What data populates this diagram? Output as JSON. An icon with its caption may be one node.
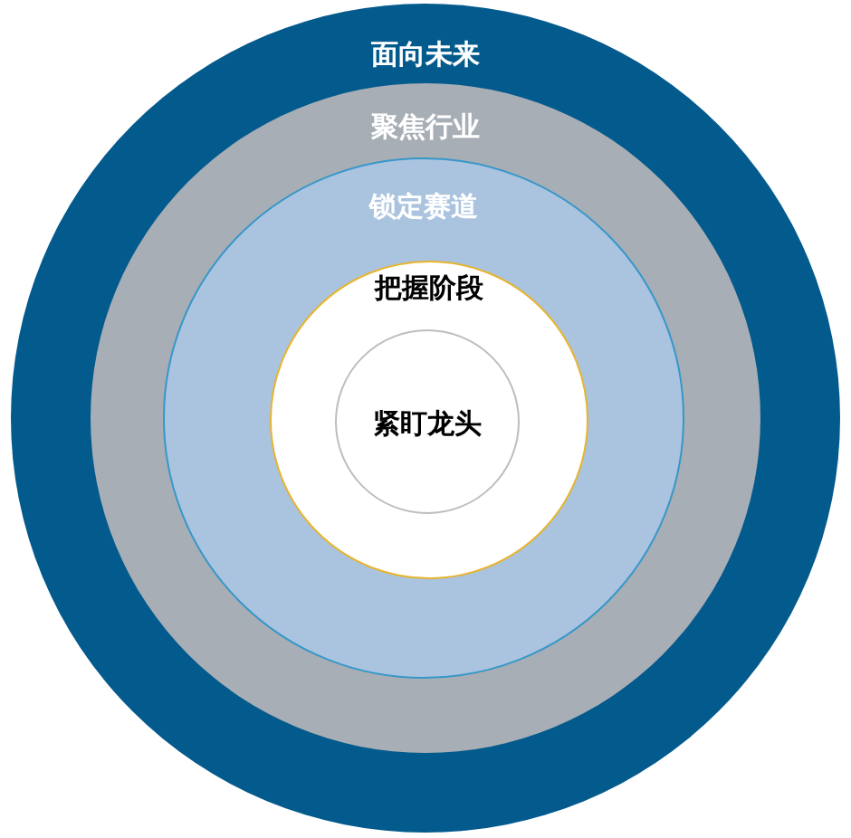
{
  "diagram": {
    "nodes": [
      {
        "text": [
          "面向未来"
        ]
      },
      {
        "text": [
          "聚焦行业"
        ],
        "in": 0
      },
      {
        "text": [
          "锁定赛道"
        ],
        "in": 1
      },
      {
        "text": [
          "把握阶段"
        ],
        "in": 2
      },
      {
        "text": [
          "紧盯龙头"
        ],
        "in": 3
      }
    ]
  }
}
